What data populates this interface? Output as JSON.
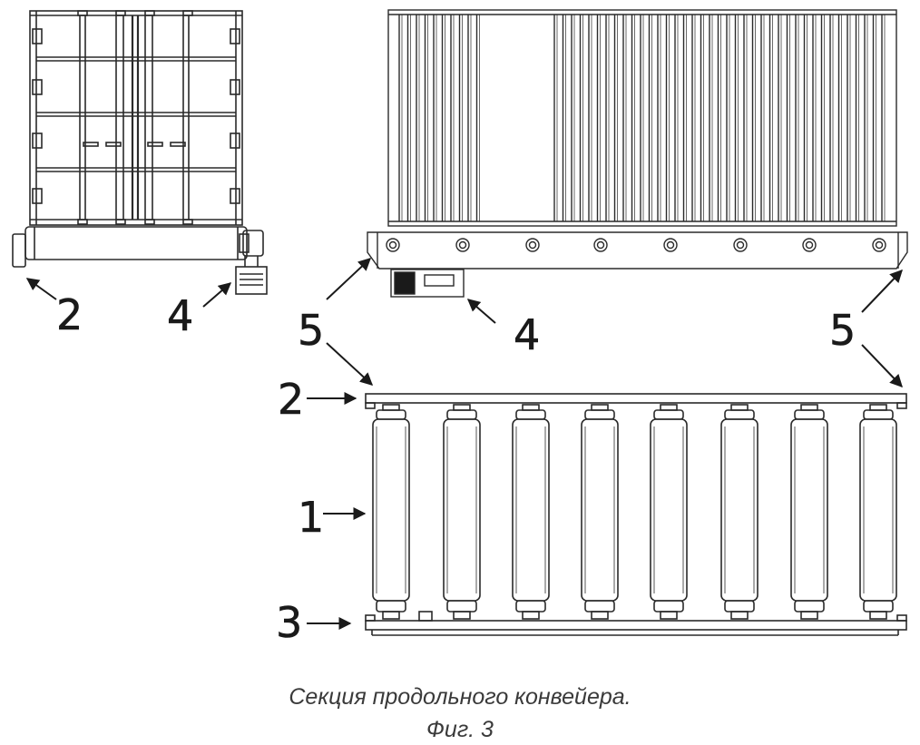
{
  "figure": {
    "caption_title": "Секция продольного конвейера.",
    "caption_fig": "Фиг. 3",
    "labels": {
      "side_2": "2",
      "side_4": "4",
      "top_5_left": "5",
      "top_4": "4",
      "top_5_right": "5",
      "front_2": "2",
      "front_1": "1",
      "front_3": "3"
    },
    "colors": {
      "line": "#2a2a2a",
      "background": "#ffffff"
    }
  }
}
